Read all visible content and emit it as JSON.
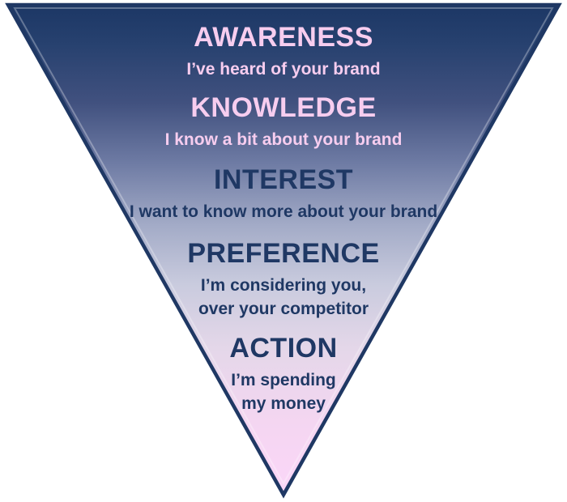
{
  "funnel": {
    "border_color": "#1f3864",
    "inner_highlight": "rgba(255,255,255,0.30)",
    "text_colors": {
      "light": "#f7cdef",
      "dark": "#1f3864"
    },
    "gradient": [
      "#1c3765",
      "#27416f",
      "#41517f",
      "#6d7aa3",
      "#a3abc7",
      "#c9cbde",
      "#e4d7e9",
      "#f4d6f1",
      "#fbd6f8"
    ],
    "stages": [
      {
        "title": "AWARENESS",
        "text_style": "light",
        "lines": [
          "I’ve heard of your brand"
        ]
      },
      {
        "title": "KNOWLEDGE",
        "text_style": "light",
        "lines": [
          "I know a bit about your brand"
        ]
      },
      {
        "title": "INTEREST",
        "text_style": "dark",
        "lines": [
          "I want to know more about your brand"
        ]
      },
      {
        "title": "PREFERENCE",
        "text_style": "dark",
        "lines": [
          "I’m considering you,",
          "over your competitor"
        ]
      },
      {
        "title": "ACTION",
        "text_style": "dark",
        "lines": [
          "I’m spending",
          "my money"
        ]
      }
    ]
  }
}
